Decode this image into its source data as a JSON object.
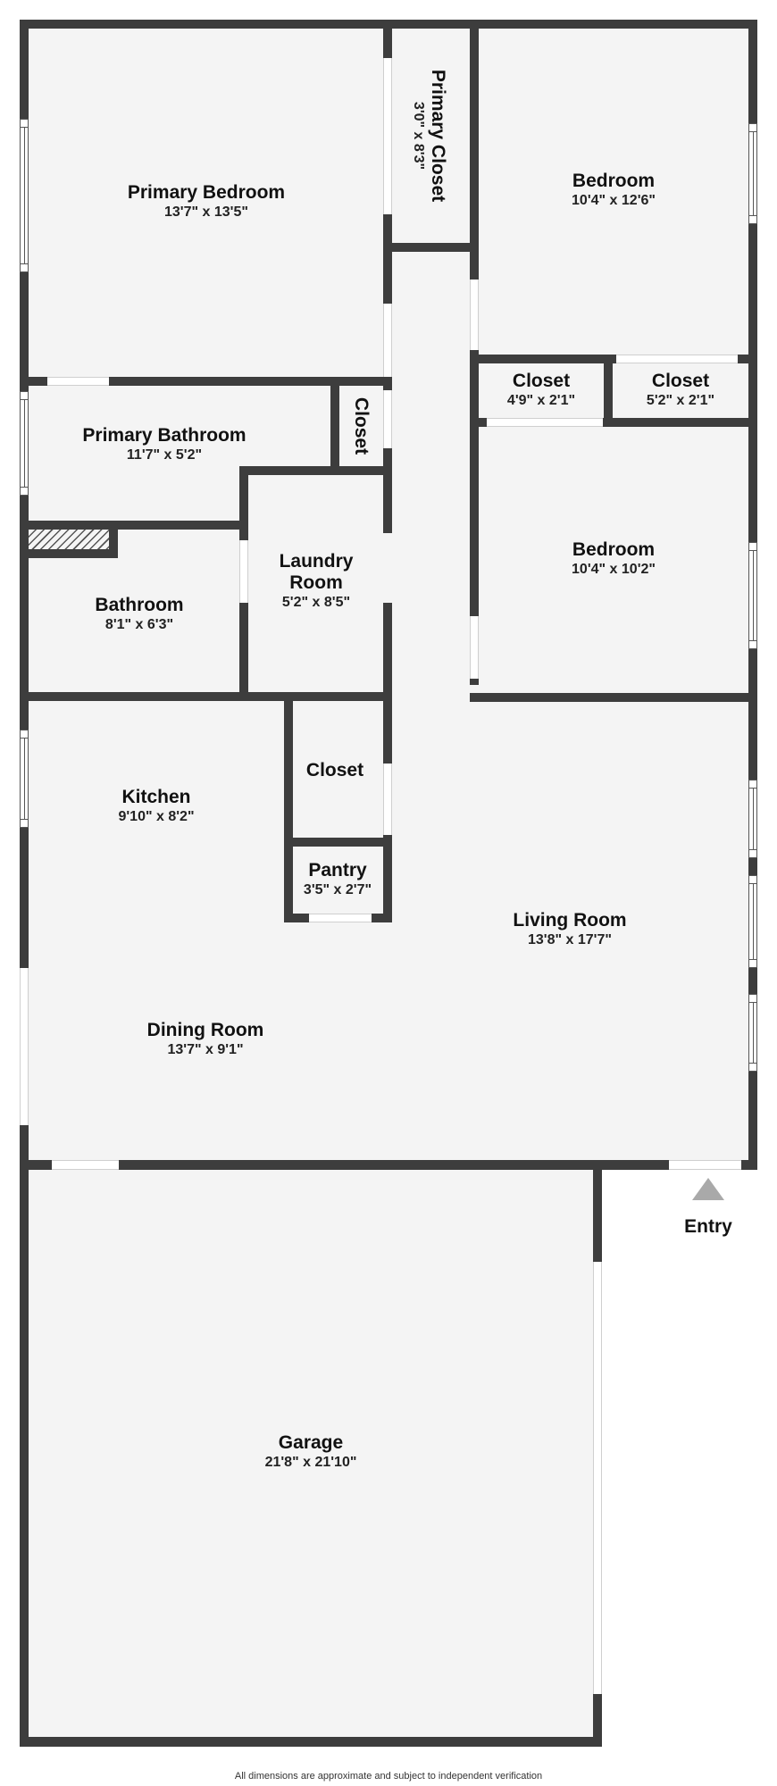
{
  "plan": {
    "rooms": [
      {
        "id": "primary-bedroom",
        "name": "Primary Bedroom",
        "dim": "13'7\" x 13'5\""
      },
      {
        "id": "primary-closet",
        "name": "Primary Closet",
        "dim": "3'0\" x 8'3\""
      },
      {
        "id": "bedroom-1",
        "name": "Bedroom",
        "dim": "10'4\" x 12'6\""
      },
      {
        "id": "primary-bathroom",
        "name": "Primary Bathroom",
        "dim": "11'7\" x 5'2\""
      },
      {
        "id": "closet-small",
        "name": "Closet",
        "dim": ""
      },
      {
        "id": "closet-a",
        "name": "Closet",
        "dim": "4'9\" x 2'1\""
      },
      {
        "id": "closet-b",
        "name": "Closet",
        "dim": "5'2\" x 2'1\""
      },
      {
        "id": "bathroom",
        "name": "Bathroom",
        "dim": "8'1\" x 6'3\""
      },
      {
        "id": "laundry",
        "name": "Laundry Room",
        "name_line1": "Laundry",
        "name_line2": "Room",
        "dim": "5'2\" x 8'5\""
      },
      {
        "id": "bedroom-2",
        "name": "Bedroom",
        "dim": "10'4\" x 10'2\""
      },
      {
        "id": "kitchen",
        "name": "Kitchen",
        "dim": "9'10\" x 8'2\""
      },
      {
        "id": "closet-hall",
        "name": "Closet",
        "dim": ""
      },
      {
        "id": "pantry",
        "name": "Pantry",
        "dim": "3'5\" x 2'7\""
      },
      {
        "id": "living",
        "name": "Living Room",
        "dim": "13'8\" x 17'7\""
      },
      {
        "id": "dining",
        "name": "Dining Room",
        "dim": "13'7\" x 9'1\""
      },
      {
        "id": "garage",
        "name": "Garage",
        "dim": "21'8\" x 21'10\""
      }
    ],
    "entry": {
      "label": "Entry",
      "arrow_color": "#a9a9a9"
    },
    "colors": {
      "wall": "#3d3d3d",
      "floor": "#f4f4f4",
      "background": "#ffffff"
    }
  },
  "footer": {
    "disclaimer": "All dimensions are approximate and subject to independent verification"
  }
}
